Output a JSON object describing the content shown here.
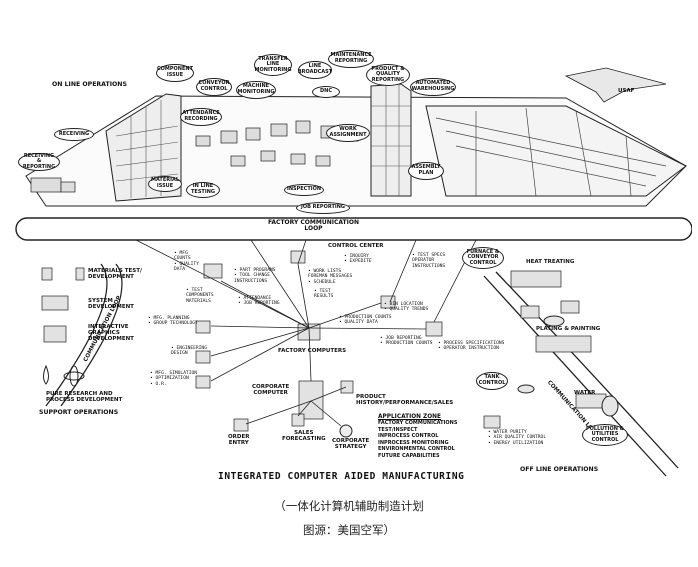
{
  "diagram": {
    "title": "INTEGRATED COMPUTER AIDED MANUFACTURING",
    "sections": {
      "on_line": "ON LINE OPERATIONS",
      "off_line": "OFF LINE OPERATIONS",
      "support": "SUPPORT OPERATIONS"
    },
    "loops": {
      "factory": "FACTORY COMMUNICATION\nLOOP",
      "left_comm": "COMMUNICATION LOOP",
      "right_comm": "COMMUNICATION LOOP"
    },
    "bubbles": {
      "component_issue": "COMPONENT\nISSUE",
      "conveyor_control": "CONVEYOR\nCONTROL",
      "transfer_line": "TRANSFER\nLINE\nMONITORING",
      "line_broadcast": "LINE\nBROADCAST",
      "maintenance": "MAINTENANCE\nREPORTING",
      "machine_monitoring": "MACHINE\nMONITORING",
      "dnc": "DNC",
      "attendance": "ATTENDANCE\nRECORDING",
      "receiving": "RECEIVING",
      "receiving_reporting": "RECEIVING &\nREPORTING",
      "material_issue": "MATERIAL\nISSUE",
      "in_line_testing": "IN LINE\nTESTING",
      "work_assignment": "WORK\nASSIGNMENT",
      "inspection": "INSPECTION",
      "job_reporting": "JOB REPORTING",
      "product_quality": "PRODUCT &\nQUALITY\nREPORTING",
      "automated_warehousing": "AUTOMATED\nWAREHOUSING",
      "assembly_plan": "ASSEMBLY\nPLAN",
      "furnace_conveyor": "FURNACE &\nCONVEYOR\nCONTROL",
      "tank_control": "TANK\nCONTROL",
      "pollution": "POLLUTION &\nUTILITIES\nCONTROL"
    },
    "labels": {
      "control_center": "CONTROL CENTER",
      "factory_computers": "FACTORY COMPUTERS",
      "corporate_computer": "CORPORATE\nCOMPUTER",
      "heat_treating": "HEAT TREATING",
      "plating_painting": "PLATING & PAINTING",
      "water": "WATER",
      "usaf": "USAF",
      "order_entry": "ORDER\nENTRY",
      "sales_forecasting": "SALES\nFORECASTING",
      "corporate_strategy": "CORPORATE\nSTRATEGY",
      "product_history": "PRODUCT\nHISTORY/PERFORMANCE/SALES",
      "materials_test": "MATERIALS TEST/\nDEVELOPMENT",
      "system_dev": "SYSTEM\nDEVELOPMENT",
      "interactive_graphics": "INTERACTIVE\nGRAPHICS\nDEVELOPMENT",
      "pure_research": "PURE RESEARCH AND\nPROCESS DEVELOPMENT"
    },
    "info_blocks": {
      "mfg_counts": "• MFG\n  COUNTS\n• QUALITY\n  DATA",
      "test_components": "• TEST\n  COMPONENTS\n  MATERIALS",
      "part_programs": "• PART PROGRAMS\n• TOOL CHANGE\n  INSTRUCTIONS",
      "attendance_job": "• ATTENDANCE\n• JOB REPORTING",
      "inquiry": "• INQUIRY\n• EXPEDITE",
      "test_specs": "• TEST SPECS\n  OPERATOR\n  INSTRUCTIONS",
      "work_lists": "• WORK LISTS\n  FOREMAN MESSAGES\n• SCHEDULE",
      "test_results": "• TEST\n  RESULTS",
      "bin_location": "• BIN LOCATION\n• QUALITY TRENDS",
      "production_counts": "• PRODUCTION COUNTS\n• QUALITY DATA",
      "job_production": "• JOB REPORTING\n• PRODUCTION COUNTS",
      "process_specs": "• PROCESS SPECIFICATIONS\n• OPERATOR INSTRUCTION",
      "mfg_planning": "• MFG. PLANNING\n• GROUP TECHNOLOGY",
      "engineering": "• ENGINEERING\n  DESIGN",
      "mfg_simulation": "• MFG. SIMULATION\n• OPTIMIZATION\n• O.R.",
      "water_purity": "• WATER PURITY\n• AIR QUALITY CONTROL\n• ENERGY UTILIZATION"
    },
    "application_zone": {
      "title": "APPLICATION ZONE",
      "items": [
        "FACTORY COMMUNICATIONS",
        "TEST/INSPECT",
        "INPROCESS CONTROL",
        "INPROCESS MONITORING",
        "ENVIRONMENTAL CONTROL",
        "FUTURE CAPABILITIES"
      ]
    }
  },
  "caption": {
    "line1": "（一体化计算机辅助制造计划",
    "line2": "图源：美国空军）"
  }
}
